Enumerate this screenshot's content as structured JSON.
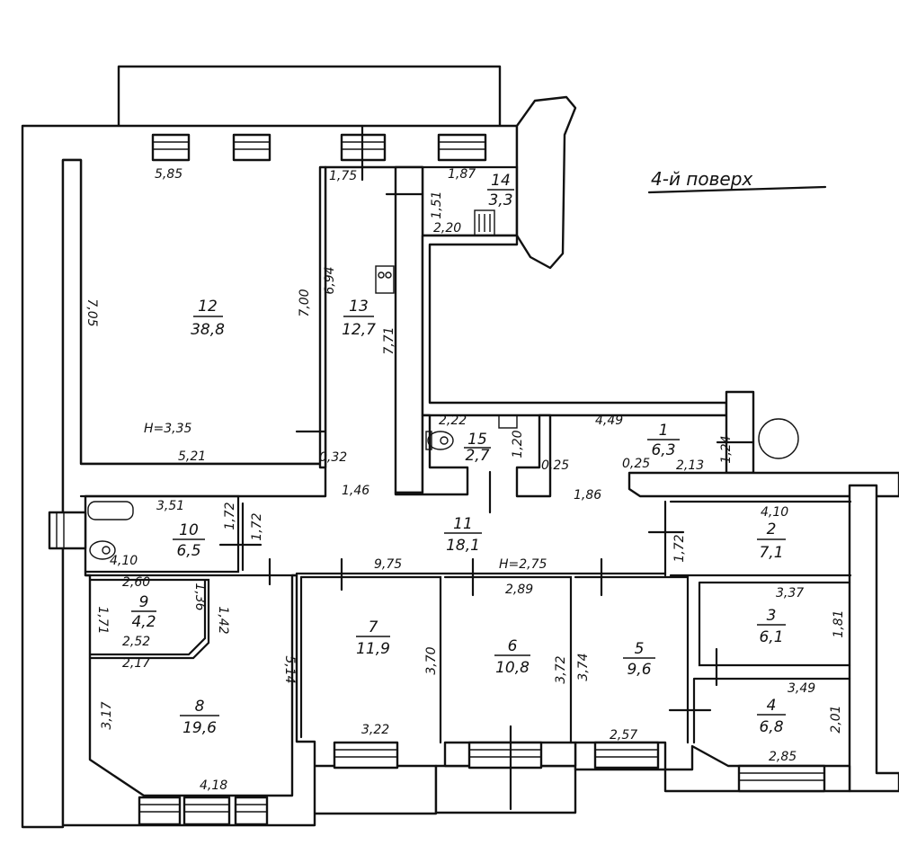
{
  "floor_label": "4-й поверх",
  "rooms": [
    {
      "id": "12",
      "number": "12",
      "area": "38,8"
    },
    {
      "id": "13",
      "number": "13",
      "area": "12,7"
    },
    {
      "id": "14",
      "number": "14",
      "area": "3,3"
    },
    {
      "id": "15",
      "number": "15",
      "area": "2,7"
    },
    {
      "id": "1",
      "number": "1",
      "area": "6,3"
    },
    {
      "id": "2",
      "number": "2",
      "area": "7,1"
    },
    {
      "id": "3",
      "number": "3",
      "area": "6,1"
    },
    {
      "id": "4",
      "number": "4",
      "area": "6,8"
    },
    {
      "id": "5",
      "number": "5",
      "area": "9,6"
    },
    {
      "id": "6",
      "number": "6",
      "area": "10,8"
    },
    {
      "id": "7",
      "number": "7",
      "area": "11,9"
    },
    {
      "id": "8",
      "number": "8",
      "area": "19,6"
    },
    {
      "id": "9",
      "number": "9",
      "area": "4,2"
    },
    {
      "id": "10",
      "number": "10",
      "area": "6,5"
    },
    {
      "id": "11",
      "number": "11",
      "area": "18,1"
    }
  ],
  "heights": [
    "H=3,35",
    "H=2,75"
  ],
  "dimensions": [
    "5,85",
    "7,05",
    "5,21",
    "0,32",
    "1,75",
    "6,94",
    "7,00",
    "7,71",
    "1,87",
    "1,51",
    "2,20",
    "1,46",
    "2,22",
    "1,20",
    "0,25",
    "0,25",
    "1,86",
    "4,49",
    "1,24",
    "2,13",
    "3,51",
    "1,72",
    "1,72",
    "4,10",
    "9,75",
    "2,89",
    "4,10",
    "1,72",
    "2,60",
    "1,36",
    "1,71",
    "1,42",
    "2,52",
    "2,17",
    "5,14",
    "3,17",
    "4,18",
    "3,70",
    "3,22",
    "3,72",
    "3,74",
    "2,57",
    "3,37",
    "1,81",
    "3,49",
    "2,01",
    "2,85"
  ]
}
